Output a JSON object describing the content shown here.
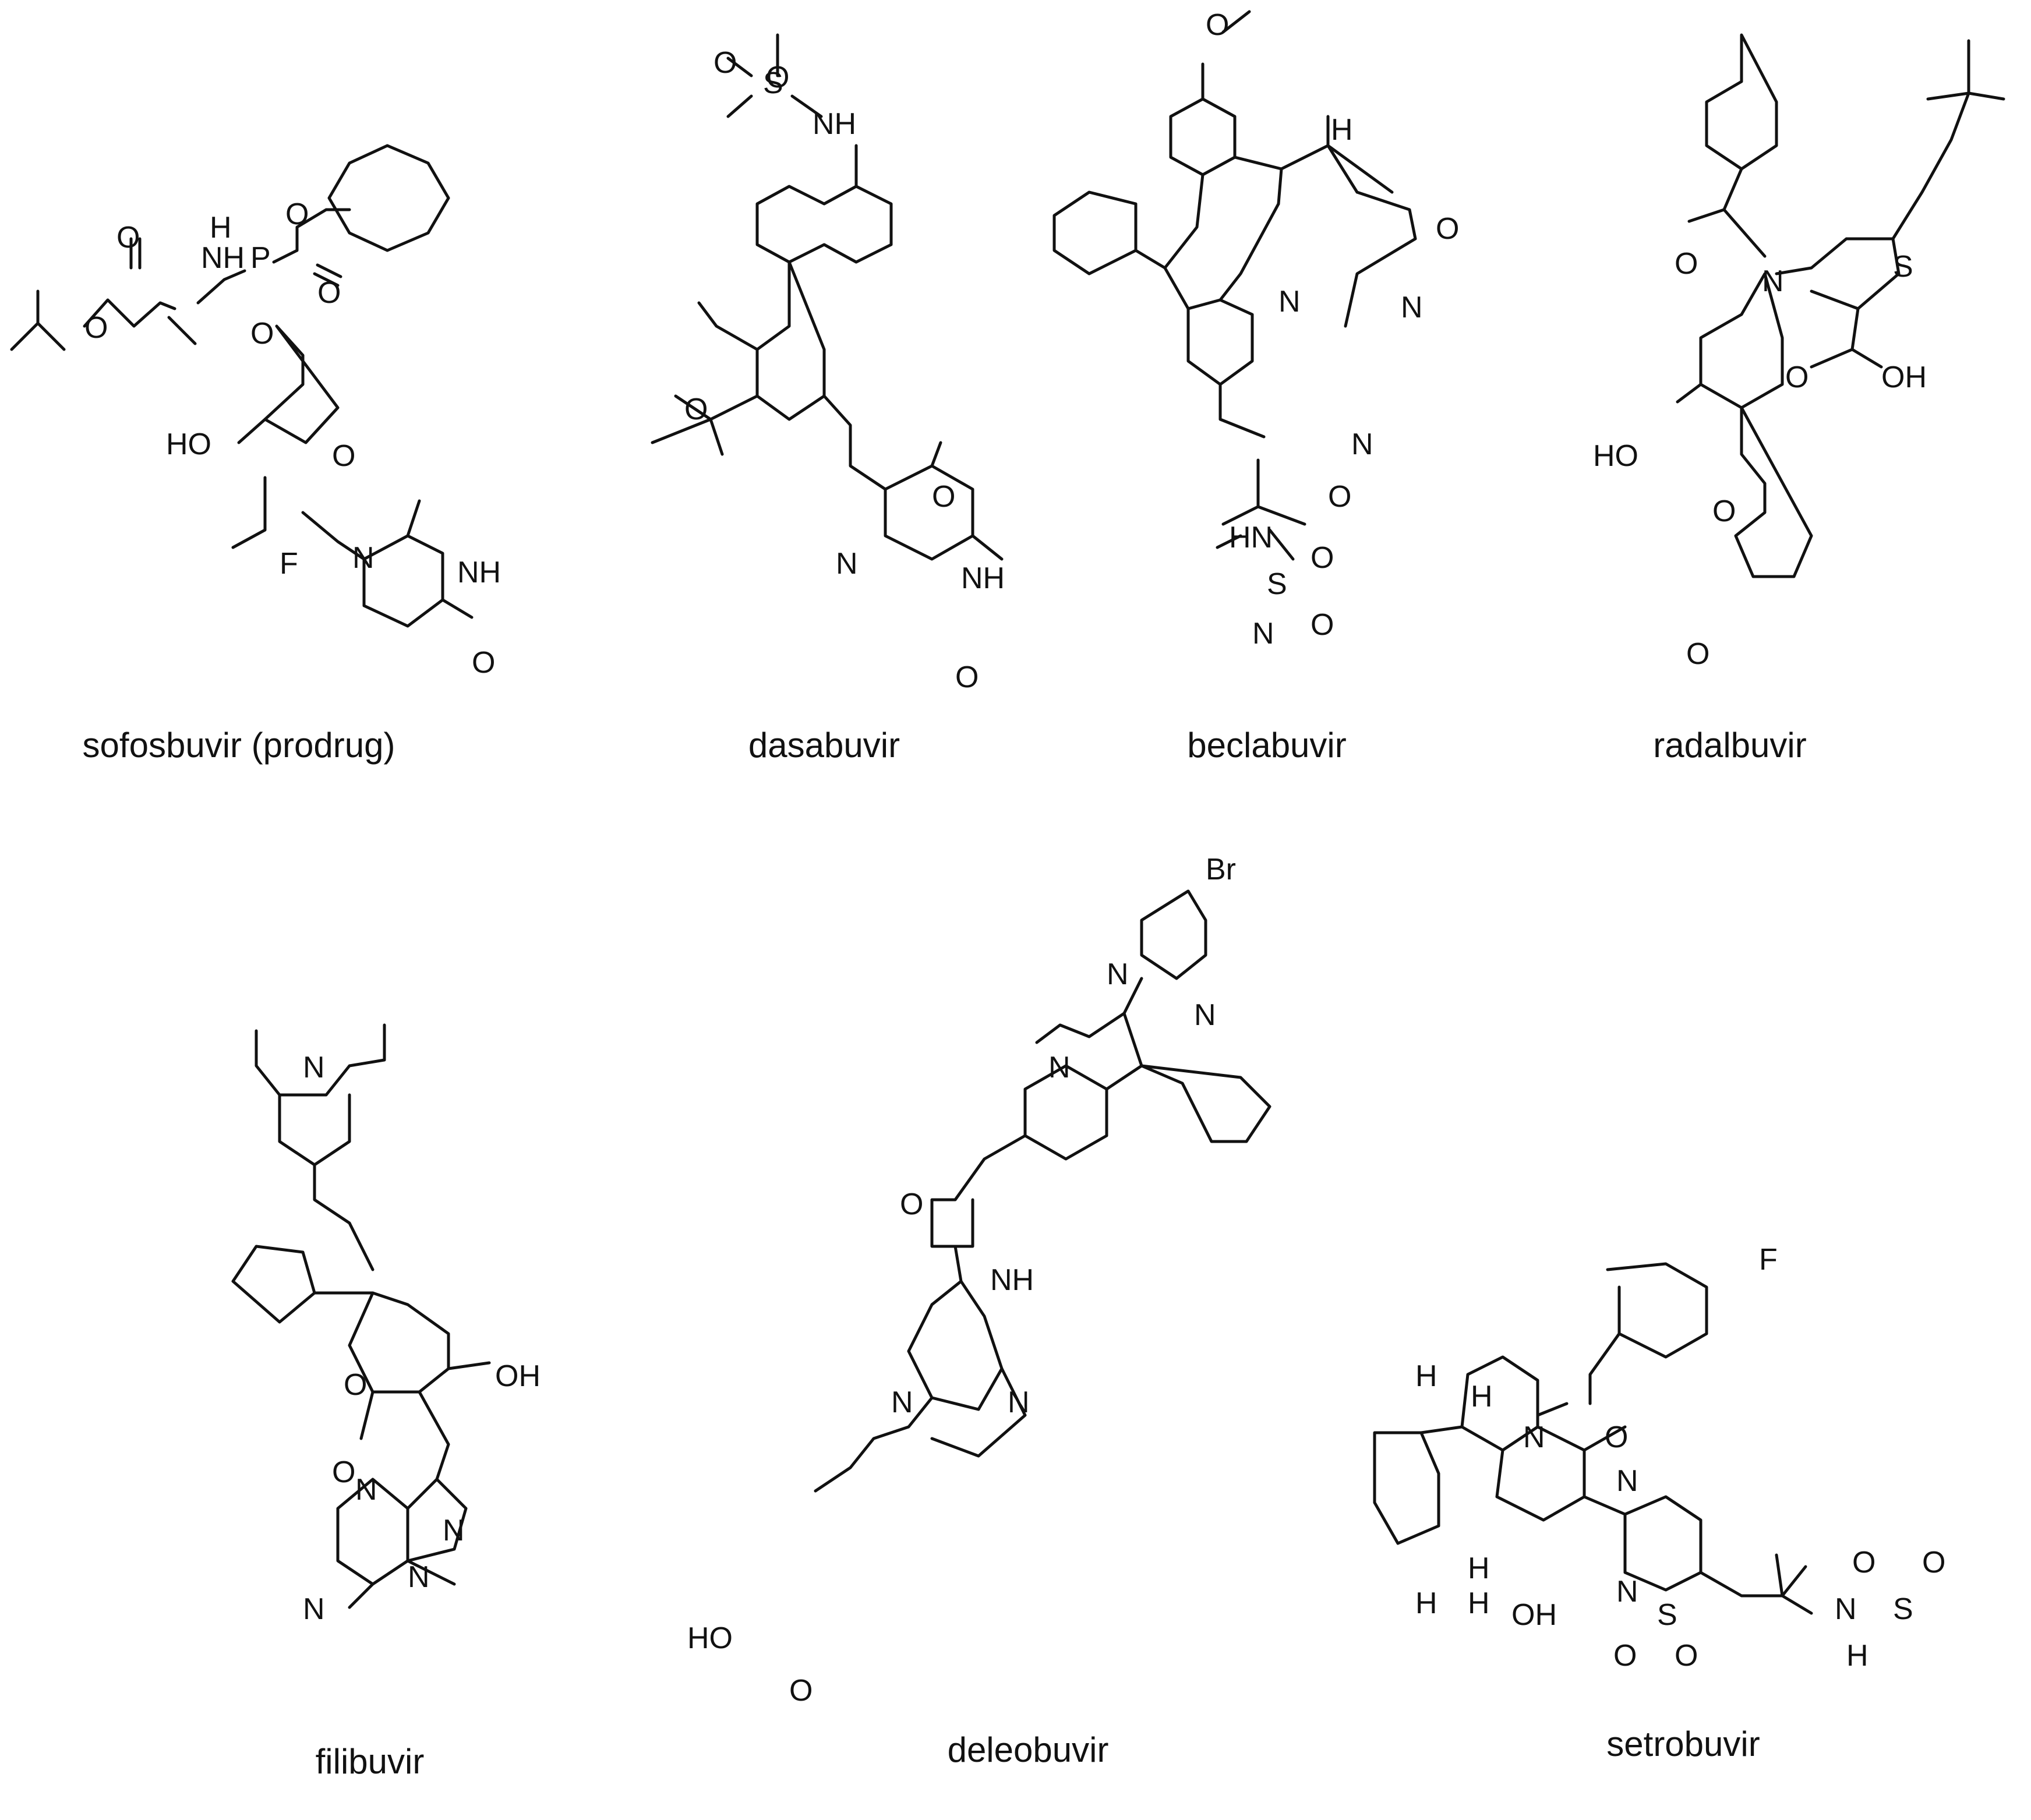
{
  "figure": {
    "compounds": [
      {
        "id": "sofosbuvir",
        "caption": "sofosbuvir (prodrug)"
      },
      {
        "id": "dasabuvir",
        "caption": "dasabuvir"
      },
      {
        "id": "beclabuvir",
        "caption": "beclabuvir"
      },
      {
        "id": "radalbuvir",
        "caption": "radalbuvir"
      },
      {
        "id": "filibuvir",
        "caption": "filibuvir"
      },
      {
        "id": "deleobuvir",
        "caption": "deleobuvir"
      },
      {
        "id": "setrobuvir",
        "caption": "setrobuvir"
      }
    ],
    "atom_labels": {
      "sofosbuvir": [
        "NH",
        "P",
        "O",
        "O",
        "O",
        "O",
        "O",
        "HO",
        "F",
        "O",
        "N",
        "NH",
        "O"
      ],
      "dasabuvir": [
        "O",
        "S",
        "O",
        "NH",
        "O",
        "N",
        "O",
        "NH",
        "O"
      ],
      "beclabuvir": [
        "O",
        "H",
        "N",
        "O",
        "N",
        "N",
        "O",
        "HN",
        "S",
        "O",
        "O",
        "N"
      ],
      "radalbuvir": [
        "O",
        "N",
        "S",
        "O",
        "OH",
        "HO",
        "O",
        "O"
      ],
      "filibuvir": [
        "N",
        "O",
        "OH",
        "O",
        "N",
        "N",
        "N",
        "N"
      ],
      "deleobuvir": [
        "Br",
        "N",
        "N",
        "N",
        "O",
        "NH",
        "N",
        "N",
        "HO",
        "O"
      ],
      "setrobuvir": [
        "F",
        "H",
        "H",
        "N",
        "O",
        "H",
        "H",
        "OH",
        "H",
        "N",
        "N",
        "S",
        "O",
        "O",
        "H",
        "N",
        "S",
        "O",
        "O"
      ]
    }
  }
}
